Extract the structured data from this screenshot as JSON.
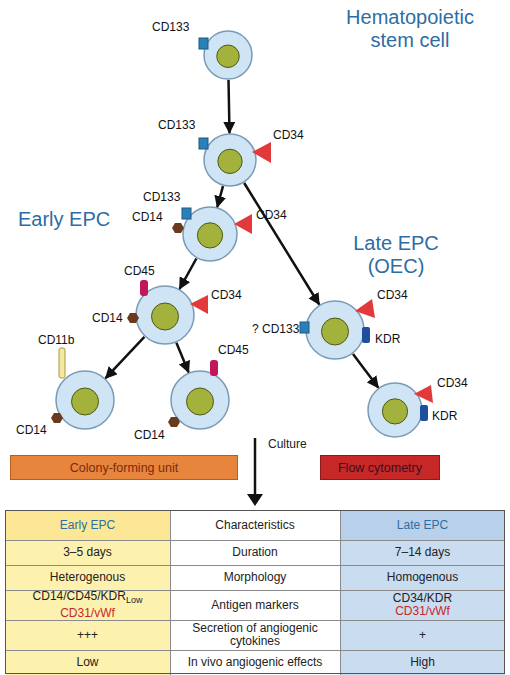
{
  "diagram": {
    "nodes": [
      {
        "text": [
          "CD133"
        ]
      },
      {
        "text": [
          "CD133",
          "CD34"
        ]
      },
      {
        "text": [
          "CD133",
          "CD14",
          "CD34"
        ]
      },
      {
        "text": [
          "CD45",
          "CD14",
          "CD34"
        ]
      },
      {
        "text": [
          "CD11b",
          "CD14"
        ]
      },
      {
        "text": [
          "CD45",
          "CD14"
        ]
      },
      {
        "text": [
          "? CD133",
          "CD34",
          "KDR"
        ]
      },
      {
        "text": [
          "CD34",
          "KDR"
        ]
      },
      {
        "text": [
          "Colony-forming unit"
        ]
      },
      {
        "text": [
          "Flow cytometry"
        ]
      }
    ],
    "edges": [
      {
        "from": 0,
        "to": 1,
        "arrow": "to"
      },
      {
        "from": 1,
        "to": 2,
        "arrow": "to"
      },
      {
        "from": 1,
        "to": 6,
        "arrow": "to"
      },
      {
        "from": 2,
        "to": 3,
        "arrow": "to"
      },
      {
        "from": 3,
        "to": 4,
        "arrow": "to"
      },
      {
        "from": 3,
        "to": 5,
        "arrow": "to"
      },
      {
        "from": 6,
        "to": 7,
        "arrow": "to"
      }
    ],
    "labels": [
      "Hematopoietic stem cell",
      "Early EPC",
      "Late EPC (OEC)",
      "Culture",
      "Early EPC",
      "Characteristics",
      "Late EPC",
      "3–5 days",
      "Duration",
      "7–14 days",
      "Heterogenous",
      "Morphology",
      "Homogenous",
      "CD14/CD45/KDR",
      "Low",
      "CD31/vWf",
      "Antigen markers",
      "CD34/KDR",
      "CD31/vWf",
      "+++",
      "Secretion of angiogenic cytokines",
      "+",
      "Low",
      "In vivo angiogenic effects",
      "High"
    ]
  }
}
